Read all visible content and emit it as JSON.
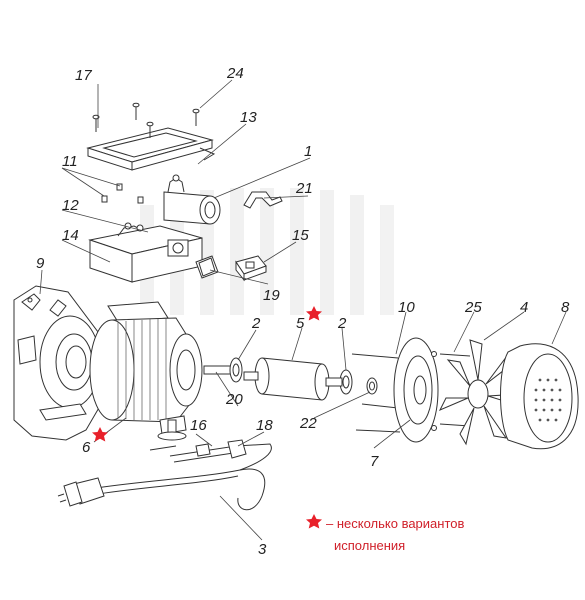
{
  "labels": {
    "n1": "1",
    "n2a": "2",
    "n2b": "2",
    "n2c": "2",
    "n3": "3",
    "n4": "4",
    "n5": "5",
    "n6": "6",
    "n7": "7",
    "n8": "8",
    "n9": "9",
    "n10": "10",
    "n11": "11",
    "n12": "12",
    "n13": "13",
    "n14": "14",
    "n15": "15",
    "n16": "16",
    "n17": "17",
    "n18": "18",
    "n19": "19",
    "n20": "20",
    "n21": "21",
    "n22": "22",
    "n24": "24",
    "n25": "25"
  },
  "legend": {
    "line1": "– несколько вариантов",
    "line2": "исполнения"
  },
  "colors": {
    "star": "#e8202a",
    "line": "#333333"
  }
}
